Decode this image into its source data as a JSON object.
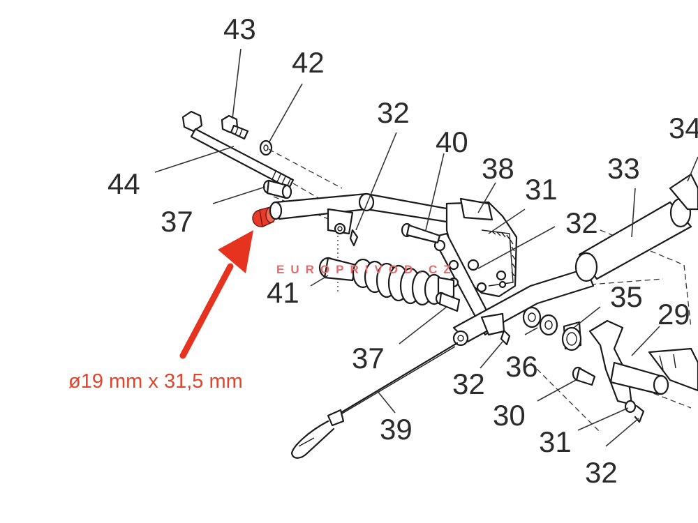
{
  "labels": {
    "l43": "43",
    "l42": "42",
    "l32a": "32",
    "l40": "40",
    "l38": "38",
    "l31a": "31",
    "l34": "34",
    "l33": "33",
    "l44": "44",
    "l37a": "37",
    "l32b": "32",
    "l41": "41",
    "l35": "35",
    "l29": "29",
    "l37b": "37",
    "l36": "36",
    "l32c": "32",
    "l30": "30",
    "l39": "39",
    "l31b": "31",
    "l32d": "32"
  },
  "watermark": "EUROPRIVOD.CZ",
  "dimension_text": "ø19 mm x 31,5 mm",
  "colors": {
    "highlight_part": "#e83a2a",
    "arrow": "#e5331f",
    "dimension": "#e0452b",
    "watermark": "#e36b6b"
  }
}
